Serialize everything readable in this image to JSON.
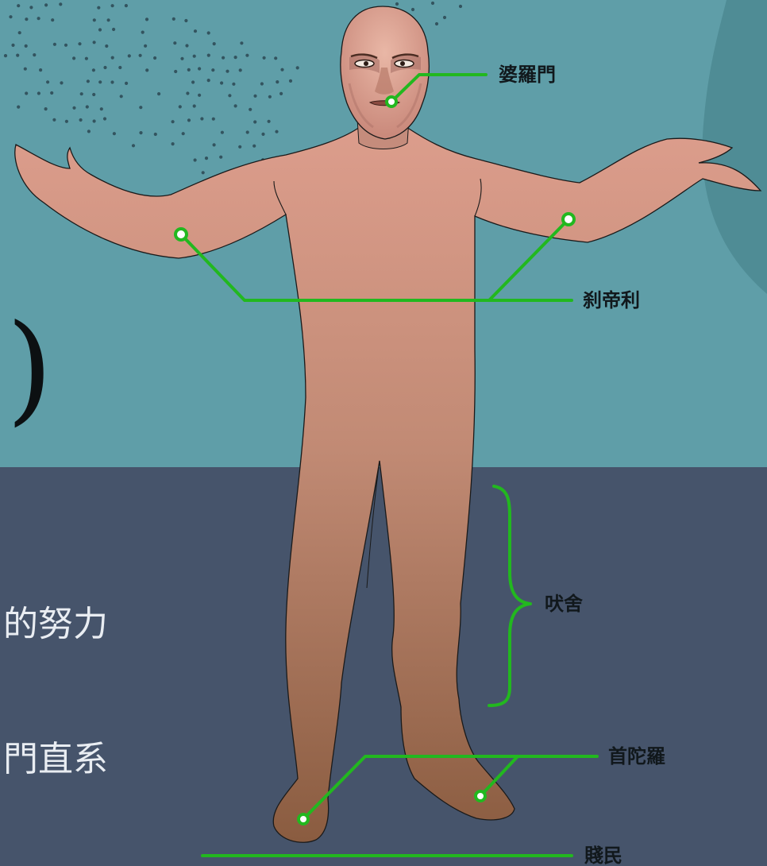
{
  "diagram": {
    "labels": {
      "brahmin": "婆羅門",
      "kshatriya": "刹帝利",
      "vaishya": "吠舍",
      "shudra": "首陀羅",
      "untouchable": "賤民"
    },
    "slide_text": {
      "paren": ")",
      "line1": "的努力",
      "line2": "門直系"
    },
    "colors": {
      "sky": "#5f9ea8",
      "floor": "#46546b",
      "marker": "#22b81f",
      "skin_top": "#d99a88",
      "skin_bottom": "#8d5f43"
    }
  }
}
